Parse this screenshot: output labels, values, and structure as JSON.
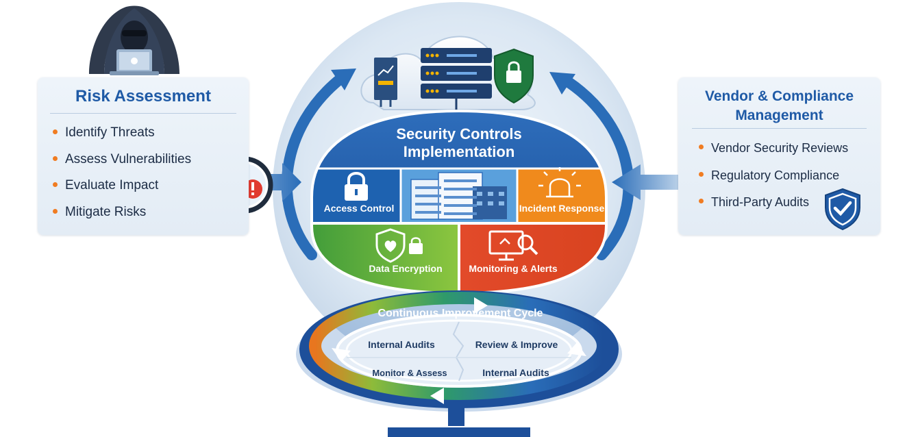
{
  "risk_assessment": {
    "title": "Risk Assessment",
    "items": [
      "Identify Threats",
      "Assess Vulnerabilities",
      "Evaluate Impact",
      "Mitigate Risks"
    ]
  },
  "vendor_management": {
    "title_line1": "Vendor & Compliance",
    "title_line2": "Management",
    "items": [
      "Vendor Security Reviews",
      "Regulatory Compliance",
      "Third-Party Audits"
    ]
  },
  "security_controls": {
    "title_line1": "Security Controls",
    "title_line2": "Implementation",
    "segments": {
      "access_control": "Access Control",
      "incident_response": "Incident Response",
      "data_encryption": "Data Encryption",
      "monitoring_alerts": "Monitoring & Alerts"
    }
  },
  "improvement_cycle": {
    "title": "Continuous Improvement Cycle",
    "steps": {
      "top_left": "Internal Audits",
      "top_right": "Review & Improve",
      "bottom_left": "Monitor & Assess",
      "bottom_right": "Internal Audits"
    }
  },
  "icons": [
    "hacker-icon",
    "laptop-icon",
    "magnifier-shield-icon",
    "warning-icon",
    "cloud-icon",
    "server-icon",
    "shield-lock-icon",
    "chart-device-icon",
    "padlock-icon",
    "building-icon",
    "alarm-icon",
    "shield-heart-icon",
    "monitor-search-icon",
    "shield-check-icon"
  ],
  "colors": {
    "title_blue": "#1f5aa6",
    "dark_blue": "#1d4f9a",
    "access_blue": "#1e62b0",
    "incident_orange": "#f08a1c",
    "encryption_green": "#4ba33a",
    "monitoring_red": "#e0552a",
    "bullet_orange": "#f07c22",
    "arrow_blue": "#2a6db8"
  }
}
